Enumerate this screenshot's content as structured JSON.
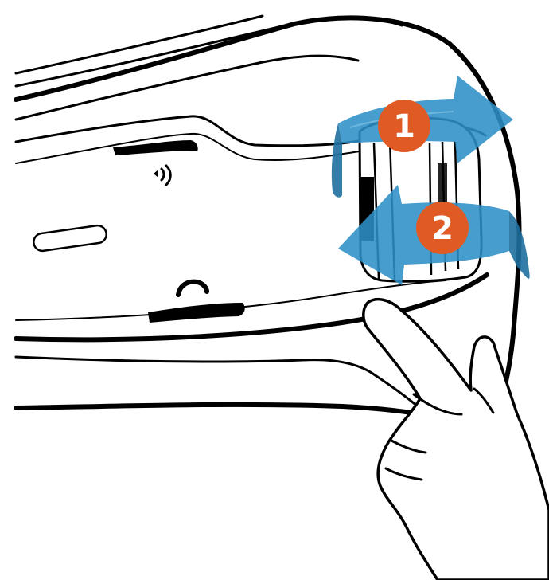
{
  "steps": [
    {
      "label": "1",
      "direction": "right"
    },
    {
      "label": "2",
      "direction": "left"
    }
  ],
  "colors": {
    "arrow_blue": "#2E8FC6",
    "badge_orange": "#E05A23",
    "outline": "#000000",
    "fill": "#ffffff"
  },
  "icons": [
    "speaker-volume-icon",
    "handset-icon",
    "pointing-finger-icon",
    "scroll-wheel-icon",
    "rotate-right-arrow-icon",
    "rotate-left-arrow-icon"
  ]
}
